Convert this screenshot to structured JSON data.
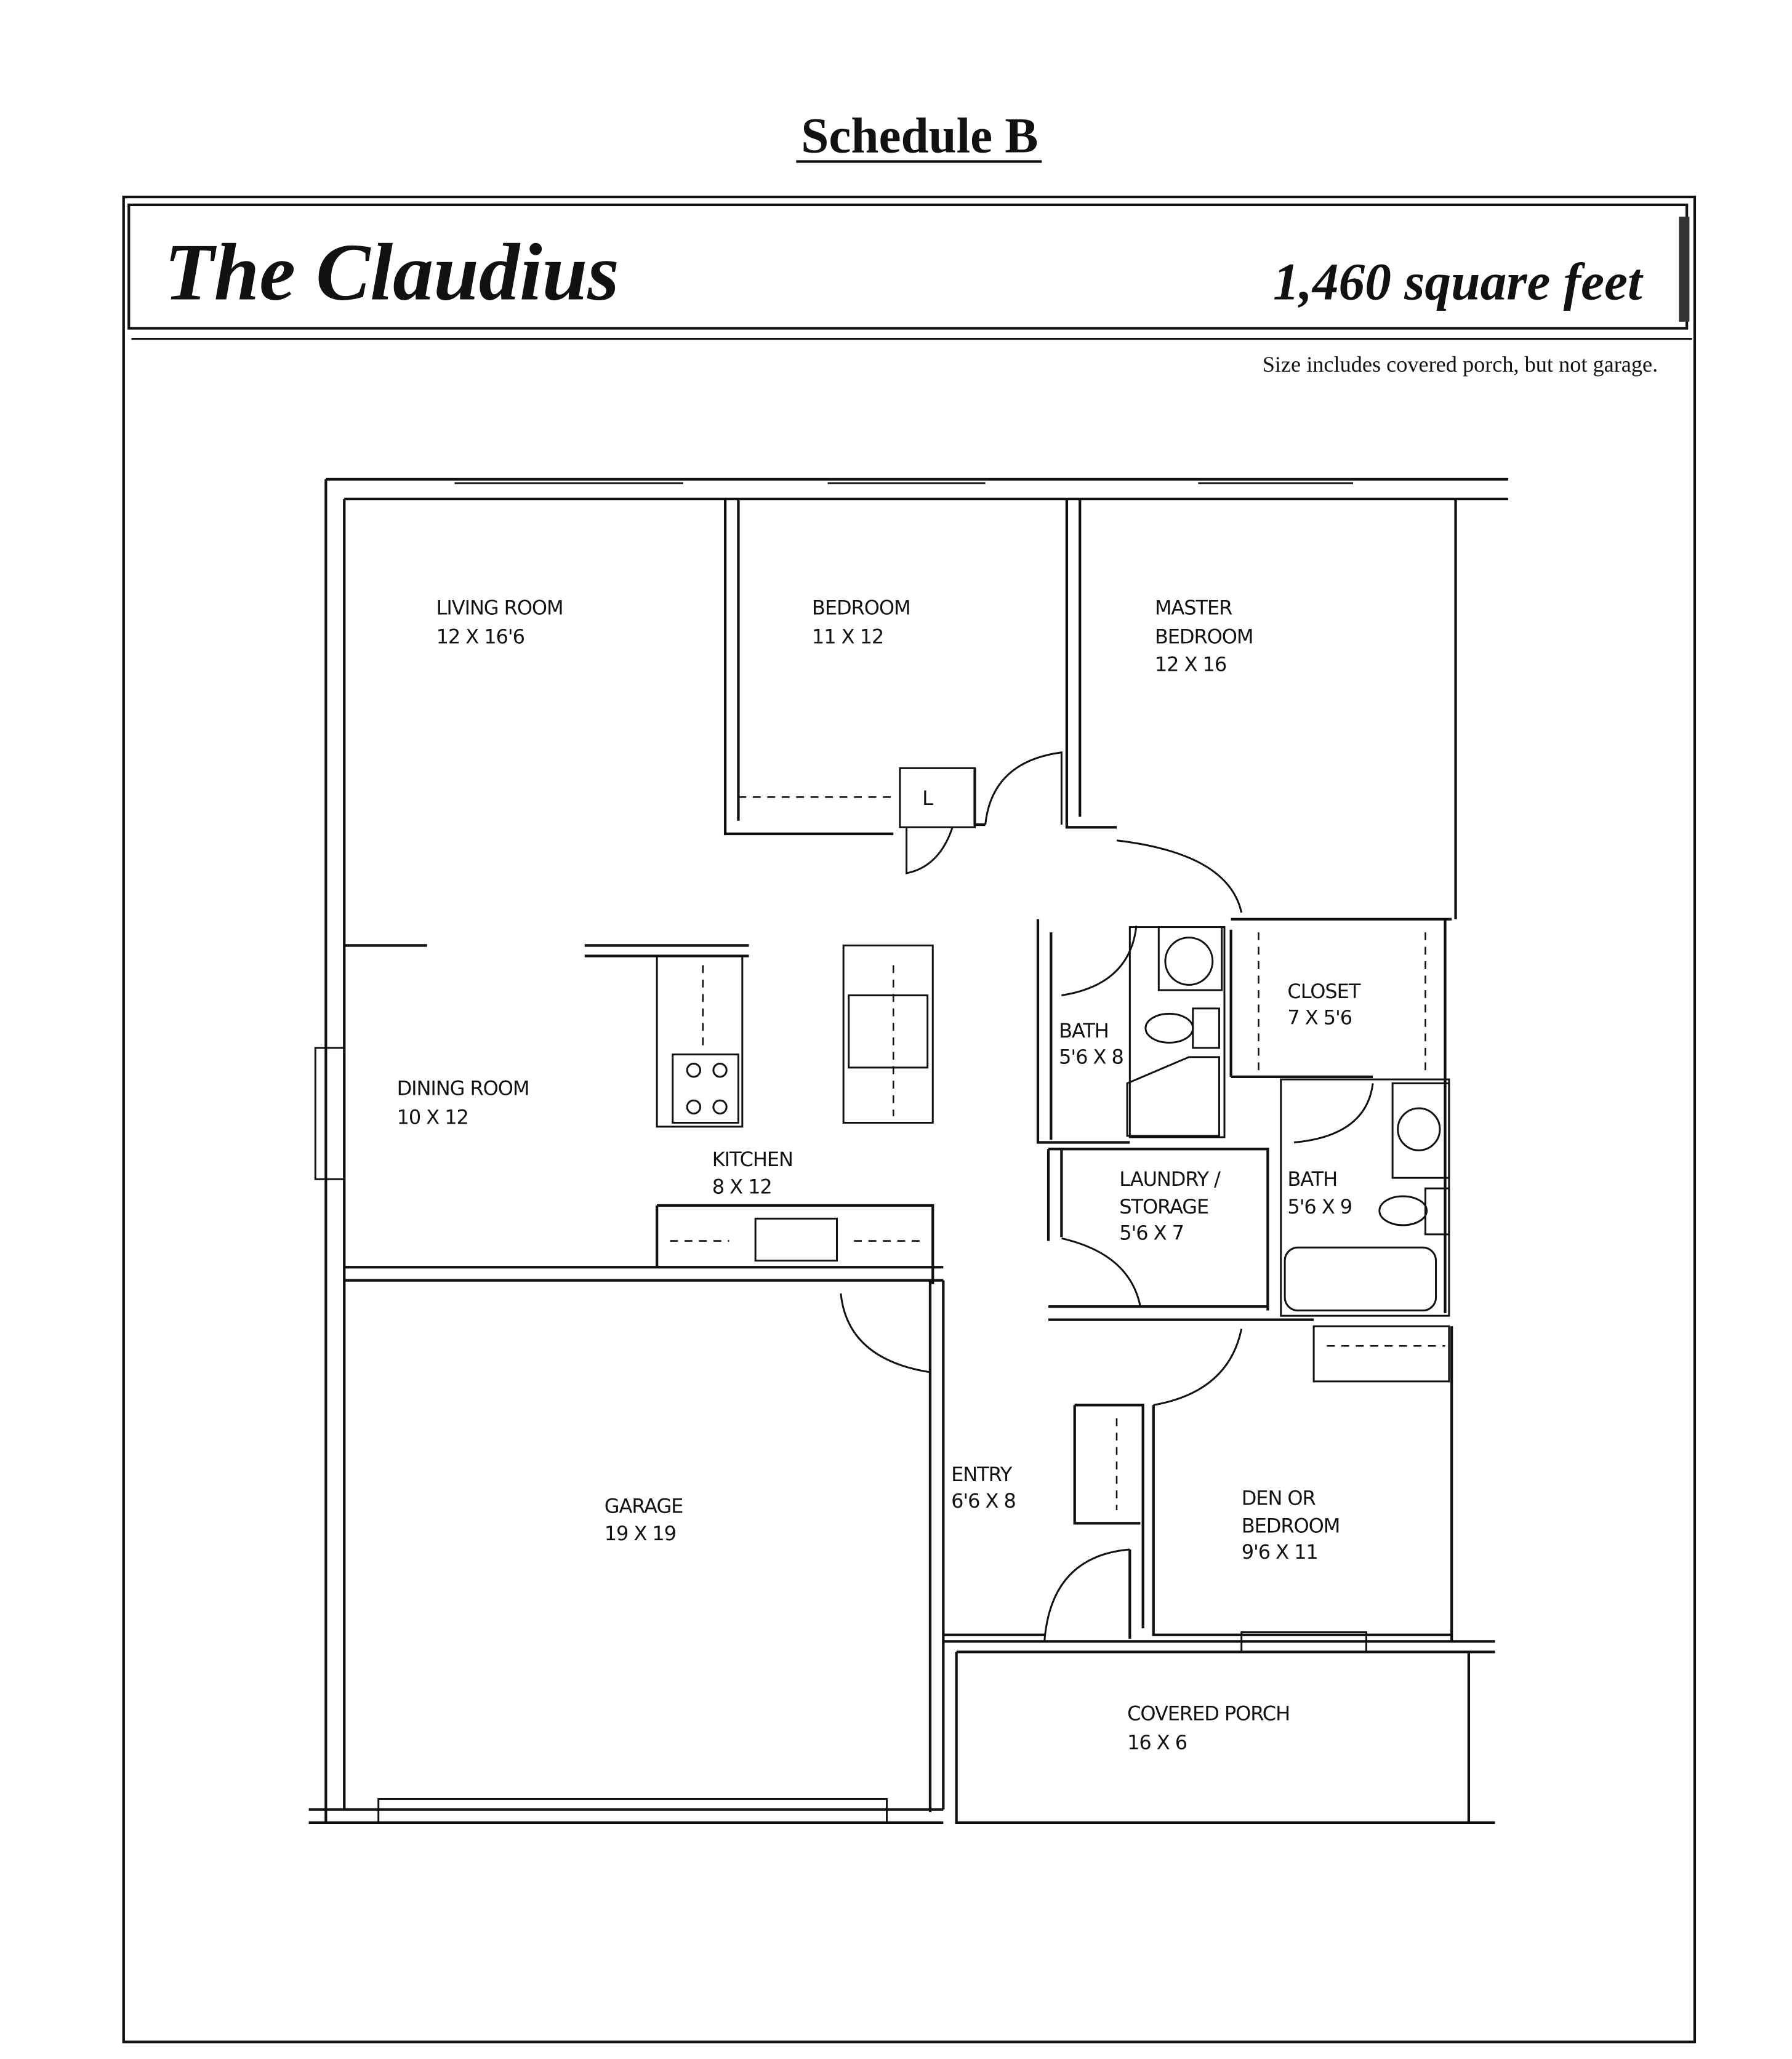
{
  "page": {
    "schedule_title": "Schedule B"
  },
  "header": {
    "plan_name": "The Claudius",
    "square_feet": "1,460 square feet",
    "note": "Size includes covered porch, but not garage."
  },
  "rooms": {
    "living": {
      "name": "LIVING ROOM",
      "size": "12 X 16'6"
    },
    "bedroom": {
      "name": "BEDROOM",
      "size": "11 X 12"
    },
    "master_line1": "MASTER",
    "master": {
      "name": "BEDROOM",
      "size": "12 X 16"
    },
    "linen_mark": "L",
    "dining": {
      "name": "DINING ROOM",
      "size": "10 X 12"
    },
    "kitchen": {
      "name": "KITCHEN",
      "size": "8 X 12"
    },
    "bath1": {
      "name": "BATH",
      "size": "5'6 X 8"
    },
    "closet": {
      "name": "CLOSET",
      "size": "7 X 5'6"
    },
    "laundry_line1": "LAUNDRY /",
    "laundry": {
      "name": "STORAGE",
      "size": "5'6 X 7"
    },
    "bath2": {
      "name": "BATH",
      "size": "5'6 X 9"
    },
    "garage": {
      "name": "GARAGE",
      "size": "19 X 19"
    },
    "entry": {
      "name": "ENTRY",
      "size": "6'6 X 8"
    },
    "den_line1": "DEN OR",
    "den": {
      "name": "BEDROOM",
      "size": "9'6 X 11"
    },
    "porch": {
      "name": "COVERED PORCH",
      "size": "16 X 6"
    }
  }
}
